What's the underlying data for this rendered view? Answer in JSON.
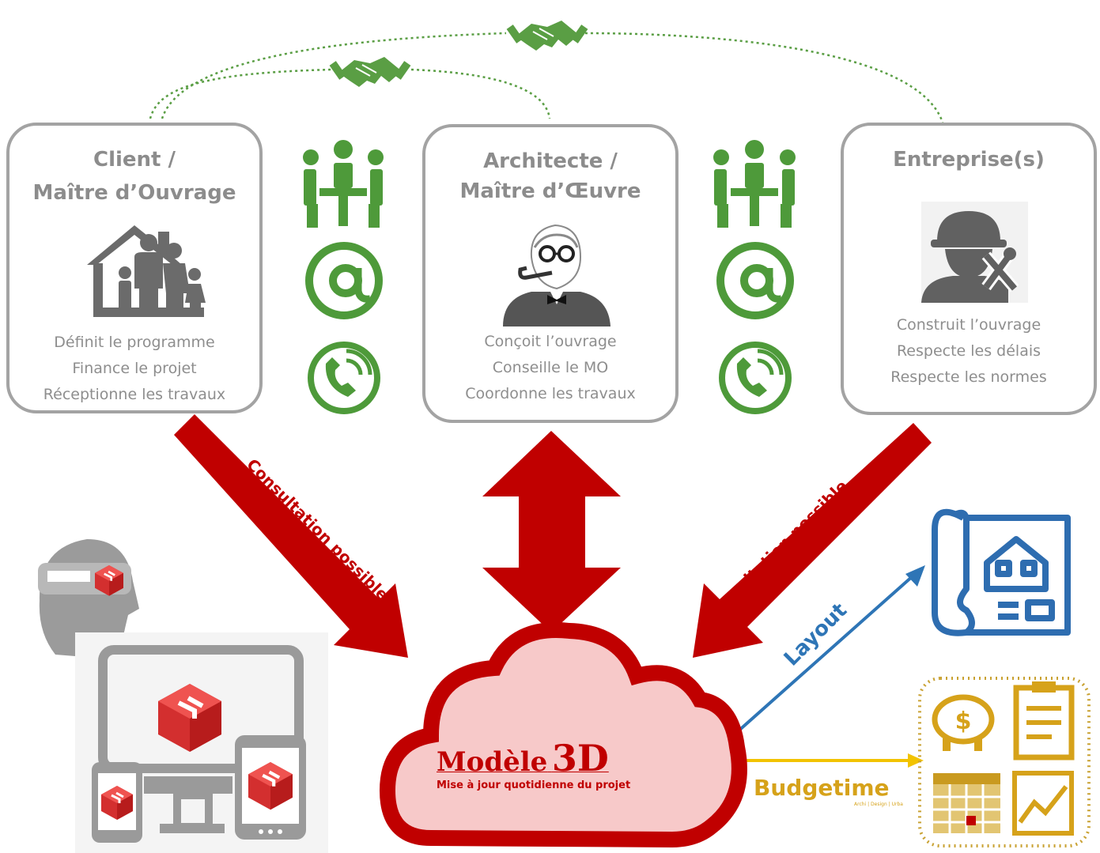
{
  "actors": [
    {
      "title_line1": "Client /",
      "title_line2": "Maître d’Ouvrage",
      "roles": [
        "Définit le programme",
        "Finance le projet",
        "Réceptionne les travaux"
      ]
    },
    {
      "title_line1": "Architecte /",
      "title_line2": "Maître d’Œuvre",
      "roles": [
        "Conçoit l’ouvrage",
        "Conseille le MO",
        "Coordonne les travaux"
      ]
    },
    {
      "title_line1": "Entreprise(s)",
      "roles": [
        "Construit l’ouvrage",
        "Respecte les délais",
        "Respecte les normes"
      ]
    }
  ],
  "arrows": {
    "consultation_left": "Consultation possible",
    "consultation_right": "Consultation possible",
    "layout": "Layout"
  },
  "cloud": {
    "title_word": "Modèle",
    "title_3d": "3D",
    "subtitle": "Mise à jour quotidienne du projet"
  },
  "budgetime": {
    "name": "Budgetime",
    "tagline": "Archi | Design | Urba"
  },
  "icons": {
    "communication": [
      "meeting-icon",
      "at-sign-icon",
      "phone-icon"
    ],
    "actors": [
      "family-house-icon",
      "architect-portrait-icon",
      "construction-worker-icon"
    ],
    "outputs": [
      "blueprint-icon",
      "budget-tools-icon",
      "vr-headset-icon",
      "devices-icon",
      "sketchup-logo-icon"
    ]
  },
  "colors": {
    "red": "#c00000",
    "green": "#4e9a3a",
    "blue": "#2e75b6",
    "gold": "#d6a21a",
    "gray": "#8c8c8c"
  }
}
